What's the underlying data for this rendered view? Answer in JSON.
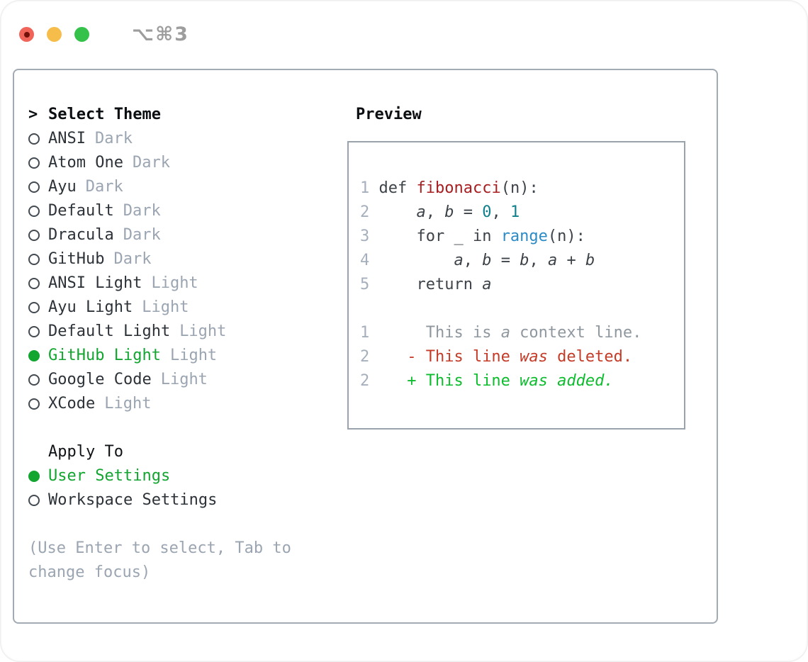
{
  "window": {
    "shortcut": "⌥⌘3"
  },
  "colors": {
    "accent_green": "#12a52f",
    "added_green": "#0dbd2d",
    "deleted_red": "#c43b28",
    "function_red": "#a81d20",
    "number_teal": "#0f7f8b",
    "builtin_blue": "#2b8bc6",
    "muted_gray": "#9ba5b2",
    "border_gray": "#a2aab4",
    "traffic_red": "#f1645a",
    "traffic_yellow": "#f6bd4b",
    "traffic_green": "#35c24a"
  },
  "theme_picker": {
    "title_marker": ">",
    "title": "Select Theme",
    "themes": [
      {
        "name": "ANSI",
        "tag": "Dark",
        "selected": false
      },
      {
        "name": "Atom One",
        "tag": "Dark",
        "selected": false
      },
      {
        "name": "Ayu",
        "tag": "Dark",
        "selected": false
      },
      {
        "name": "Default",
        "tag": "Dark",
        "selected": false
      },
      {
        "name": "Dracula",
        "tag": "Dark",
        "selected": false
      },
      {
        "name": "GitHub",
        "tag": "Dark",
        "selected": false
      },
      {
        "name": "ANSI Light",
        "tag": "Light",
        "selected": false
      },
      {
        "name": "Ayu Light",
        "tag": "Light",
        "selected": false
      },
      {
        "name": "Default Light",
        "tag": "Light",
        "selected": false
      },
      {
        "name": "GitHub Light",
        "tag": "Light",
        "selected": true
      },
      {
        "name": "Google Code",
        "tag": "Light",
        "selected": false
      },
      {
        "name": "XCode",
        "tag": "Light",
        "selected": false
      }
    ],
    "apply_to": {
      "title": "Apply To",
      "options": [
        {
          "label": "User Settings",
          "selected": true
        },
        {
          "label": "Workspace Settings",
          "selected": false
        }
      ]
    },
    "help_text": "(Use Enter to select, Tab to change focus)"
  },
  "preview": {
    "title": "Preview",
    "lines": [
      {
        "num": "1",
        "tokens": [
          {
            "t": " def ",
            "s": "p"
          },
          {
            "t": "fibonacci",
            "s": "fn"
          },
          {
            "t": "(n):",
            "s": "p"
          }
        ]
      },
      {
        "num": "2",
        "tokens": [
          {
            "t": "     ",
            "s": "p"
          },
          {
            "t": "a",
            "s": "v"
          },
          {
            "t": ", ",
            "s": "p"
          },
          {
            "t": "b",
            "s": "v"
          },
          {
            "t": " = ",
            "s": "p"
          },
          {
            "t": "0",
            "s": "n"
          },
          {
            "t": ", ",
            "s": "p"
          },
          {
            "t": "1",
            "s": "n"
          }
        ]
      },
      {
        "num": "3",
        "tokens": [
          {
            "t": "     for _ in ",
            "s": "p"
          },
          {
            "t": "range",
            "s": "b"
          },
          {
            "t": "(n):",
            "s": "p"
          }
        ]
      },
      {
        "num": "4",
        "tokens": [
          {
            "t": "         ",
            "s": "p"
          },
          {
            "t": "a",
            "s": "v"
          },
          {
            "t": ", ",
            "s": "p"
          },
          {
            "t": "b",
            "s": "v"
          },
          {
            "t": " = ",
            "s": "p"
          },
          {
            "t": "b",
            "s": "v"
          },
          {
            "t": ", ",
            "s": "p"
          },
          {
            "t": "a",
            "s": "v"
          },
          {
            "t": " + ",
            "s": "p"
          },
          {
            "t": "b",
            "s": "v"
          }
        ]
      },
      {
        "num": "5",
        "tokens": [
          {
            "t": "     return ",
            "s": "p"
          },
          {
            "t": "a",
            "s": "v"
          }
        ]
      },
      {
        "num": "",
        "tokens": []
      },
      {
        "num": "1",
        "tokens": [
          {
            "t": "      This is ",
            "s": "ctx"
          },
          {
            "t": "a",
            "s": "ctxi"
          },
          {
            "t": " context line.",
            "s": "ctx"
          }
        ]
      },
      {
        "num": "2",
        "tokens": [
          {
            "t": "    - This line ",
            "s": "del"
          },
          {
            "t": "was",
            "s": "deli"
          },
          {
            "t": " deleted.",
            "s": "del"
          }
        ]
      },
      {
        "num": "2",
        "tokens": [
          {
            "t": "    + This line ",
            "s": "add"
          },
          {
            "t": "was added.",
            "s": "addi"
          }
        ]
      }
    ]
  }
}
